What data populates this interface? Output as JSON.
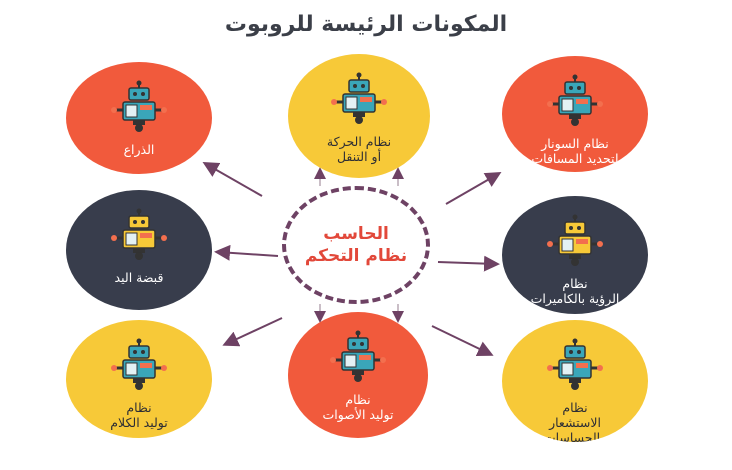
{
  "title": "المكونات الرئيسة للروبوت",
  "center": {
    "line1": "الحاسب",
    "line2": "نظام  التحكم"
  },
  "colors": {
    "red": "#f15a3c",
    "yellow": "#f7c938",
    "navy": "#383d4c",
    "arrow": "#6e4264"
  },
  "nodes": [
    {
      "id": "arm",
      "label": "الذراع",
      "color": "red"
    },
    {
      "id": "motion",
      "label": "نظام الحركة\nأو التنقل",
      "color": "yellow"
    },
    {
      "id": "sonar",
      "label": "نظام السونار\nلتحديد المسافات",
      "color": "red"
    },
    {
      "id": "gripper",
      "label": "قبضة اليد",
      "color": "navy"
    },
    {
      "id": "vision",
      "label": "نظام\nالرؤية بالكاميرات",
      "color": "navy"
    },
    {
      "id": "speech",
      "label": "نظام\nتوليد الكلام",
      "color": "yellow"
    },
    {
      "id": "sounds",
      "label": "نظام\nتوليد الأصوات",
      "color": "red"
    },
    {
      "id": "sensors",
      "label": "نظام\nالاستشعار\nوالحساسات",
      "color": "yellow"
    }
  ]
}
